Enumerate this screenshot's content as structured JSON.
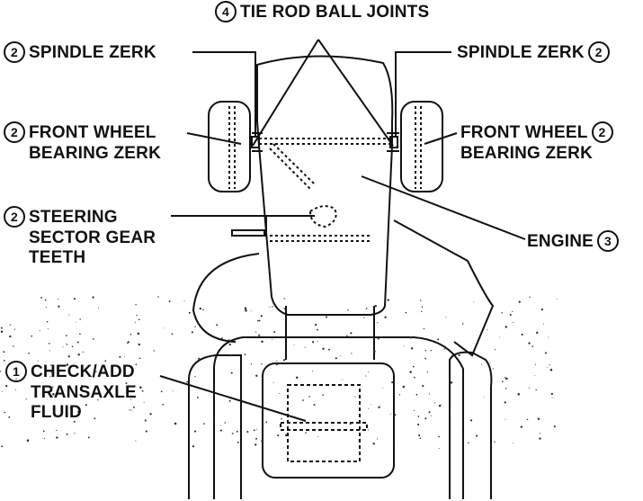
{
  "colors": {
    "ink": "#111111",
    "paper": "#ffffff"
  },
  "labels": {
    "tie_rod": {
      "num": "4",
      "text": "TIE ROD BALL JOINTS"
    },
    "spindle_left": {
      "num": "2",
      "text": "SPINDLE ZERK"
    },
    "spindle_right": {
      "num": "2",
      "text": "SPINDLE ZERK"
    },
    "front_wheel_left": {
      "num": "2",
      "line1": "FRONT WHEEL",
      "line2": "BEARING ZERK"
    },
    "front_wheel_right": {
      "num": "2",
      "line1": "FRONT WHEEL",
      "line2": "BEARING ZERK"
    },
    "steering": {
      "num": "2",
      "line1": "STEERING",
      "line2": "SECTOR GEAR",
      "line3": "TEETH"
    },
    "engine": {
      "num": "3",
      "text": "ENGINE"
    },
    "transaxle": {
      "num": "1",
      "line1": "CHECK/ADD",
      "line2": "TRANSAXLE",
      "line3": "FLUID"
    }
  }
}
